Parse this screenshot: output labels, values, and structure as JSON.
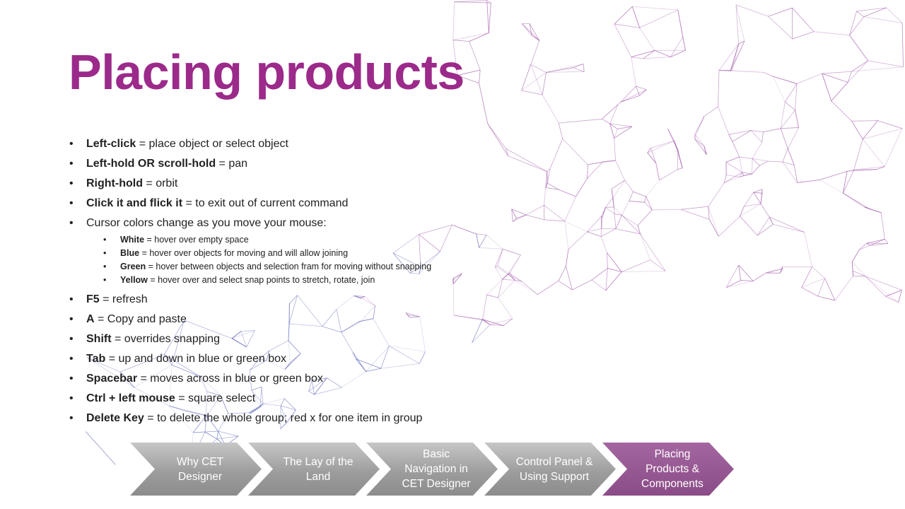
{
  "title": "Placing products",
  "bullets": [
    {
      "key": "Left-click",
      "text": " = place object or select object"
    },
    {
      "key": "Left-hold OR scroll-hold",
      "text": " = pan"
    },
    {
      "key": "Right-hold",
      "text": " = orbit"
    },
    {
      "key": "Click it and flick it",
      "text": " = to exit out of current command"
    },
    {
      "key": "",
      "text": "Cursor colors change as you move your mouse:"
    },
    {
      "key": "F5",
      "text": " = refresh"
    },
    {
      "key": "A",
      "text": " = Copy and paste"
    },
    {
      "key": "Shift",
      "text": " = overrides snapping"
    },
    {
      "key": "Tab",
      "text": " = up and down in blue or green box"
    },
    {
      "key": "Spacebar",
      "text": " = moves across in blue or green box"
    },
    {
      "key": "Ctrl + left mouse",
      "text": " = square select"
    },
    {
      "key": "Delete Key",
      "text": " = to delete the whole group; red x for one item in group"
    }
  ],
  "cursor_colors": [
    {
      "key": "White",
      "text": " = hover over empty space"
    },
    {
      "key": "Blue",
      "text": " = hover over objects for moving and will allow joining"
    },
    {
      "key": "Green",
      "text": " = hover between objects and selection fram for moving without snapping"
    },
    {
      "key": "Yellow",
      "text": " = hover over and select snap points to stretch, rotate, join"
    }
  ],
  "process_steps": [
    {
      "label": "Why CET Designer",
      "active": false
    },
    {
      "label": "The Lay of the Land",
      "active": false
    },
    {
      "label": "Basic Navigation in CET Designer",
      "active": false
    },
    {
      "label": "Control Panel & Using Support",
      "active": false
    },
    {
      "label": "Placing Products & Components",
      "active": true
    }
  ],
  "colors": {
    "title": "#9b2a8a",
    "active_step": "#8a4c86",
    "inactive_step": "#9d9d9d",
    "network_purple": "#9c4fa6",
    "network_blue": "#5a63b8"
  }
}
